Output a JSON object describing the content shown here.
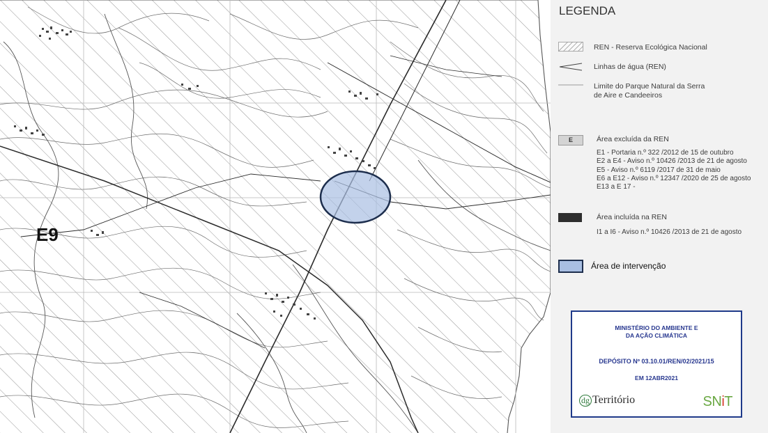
{
  "map": {
    "label_e9": "E9",
    "intervention_fill": "#a9bfe2",
    "intervention_stroke": "#1d2e4d"
  },
  "legend": {
    "title": "LEGENDA",
    "items": [
      {
        "icon": "hatch-pattern-icon",
        "label": "REN - Reserva Ecológica Nacional"
      },
      {
        "icon": "water-line-icon",
        "label": "Linhas de água (REN)"
      },
      {
        "icon": "boundary-line-icon",
        "label": "Limite do Parque Natural da Serra",
        "label2": "de Aire e Candeeiros"
      }
    ],
    "excluded": {
      "symbol_text": "E",
      "label": "Área excluída da REN",
      "details": [
        "E1 - Portaria n.º 322 /2012 de 15 de outubro",
        "E2 a E4 - Aviso n.º 10426 /2013 de 21 de agosto",
        "E5 - Aviso n.º 6119 /2017 de 31 de maio",
        "E6 a E12 - Aviso n.º 12347 /2020 de 25 de agosto",
        "E13 a E 17 -"
      ]
    },
    "included": {
      "label": "Área incluída na REN",
      "detail": "I1 a I6 - Aviso n.º 10426 /2013 de 21 de agosto"
    },
    "intervention": {
      "label": "Área de intervenção"
    }
  },
  "stamp": {
    "ministry_line1": "MINISTÉRIO DO AMBIENTE E",
    "ministry_line2": "DA AÇÃO CLIMÁTICA",
    "deposit": "DEPÓSITO Nº 03.10.01/REN/02/2021/15",
    "date": "EM 12ABR2021",
    "logo_dg": "dg",
    "logo_territorio": "Território",
    "logo_snit_a": "SN",
    "logo_snit_b": "i",
    "logo_snit_c": "T"
  }
}
